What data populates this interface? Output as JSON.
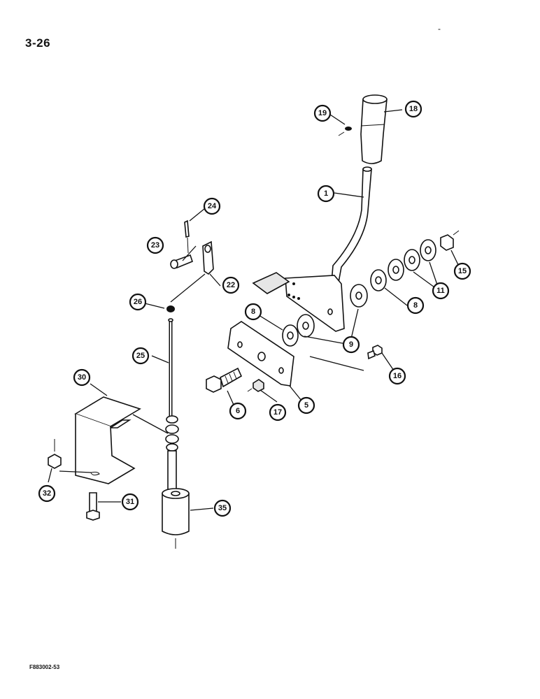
{
  "page": {
    "number": "3-26",
    "figure_code": "F883002-53",
    "corner_mark": "-"
  },
  "diagram": {
    "callouts": [
      {
        "id": "c1",
        "label": "1"
      },
      {
        "id": "c5",
        "label": "5"
      },
      {
        "id": "c6",
        "label": "6"
      },
      {
        "id": "c8a",
        "label": "8"
      },
      {
        "id": "c8b",
        "label": "8"
      },
      {
        "id": "c9",
        "label": "9"
      },
      {
        "id": "c11",
        "label": "11"
      },
      {
        "id": "c15",
        "label": "15"
      },
      {
        "id": "c16",
        "label": "16"
      },
      {
        "id": "c17",
        "label": "17"
      },
      {
        "id": "c18",
        "label": "18"
      },
      {
        "id": "c19",
        "label": "19"
      },
      {
        "id": "c22",
        "label": "22"
      },
      {
        "id": "c23",
        "label": "23"
      },
      {
        "id": "c24",
        "label": "24"
      },
      {
        "id": "c25",
        "label": "25"
      },
      {
        "id": "c26",
        "label": "26"
      },
      {
        "id": "c30",
        "label": "30"
      },
      {
        "id": "c31",
        "label": "31"
      },
      {
        "id": "c32",
        "label": "32"
      },
      {
        "id": "c35",
        "label": "35"
      }
    ]
  }
}
